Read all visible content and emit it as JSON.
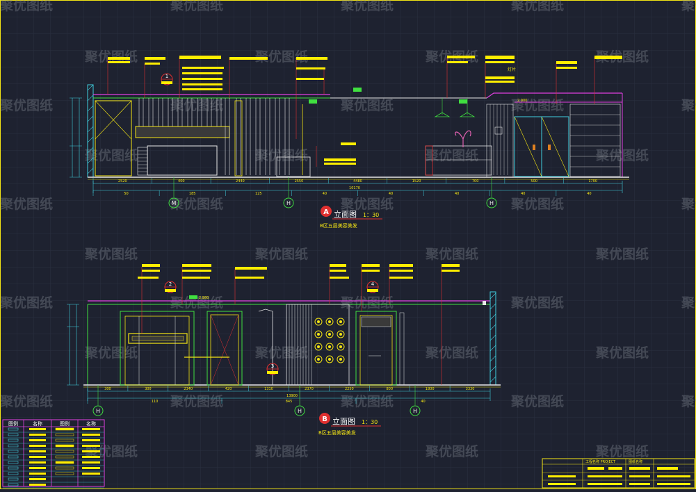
{
  "watermark": "聚优图纸",
  "colors": {
    "background": "#1e2230",
    "grid": "#2a3040",
    "line_yellow": "#f5e614",
    "line_magenta": "#e040e0",
    "line_green": "#40e040",
    "line_cyan": "#40d0e0",
    "line_red": "#e03030",
    "line_white": "#e8e8e8",
    "label_fill": "#ffee00"
  },
  "elevation_a": {
    "marker": "A",
    "title": "立面图",
    "scale": "1：30",
    "subtitle": "B区五层美容美发",
    "callout_number": "1",
    "axis_markers": [
      "M",
      "H",
      "H"
    ],
    "dims_row1": [
      "2520",
      "400",
      "2440",
      "2550",
      "4480",
      "1520",
      "700",
      "500",
      "1700"
    ],
    "dims_row2": [
      "10170"
    ],
    "dims_small": [
      "50",
      "185",
      "125",
      "40",
      "40",
      "40",
      "40",
      "40"
    ],
    "level_mark": "2.900",
    "note_texts": [
      "灯片"
    ]
  },
  "elevation_b": {
    "marker": "B",
    "title": "立面图",
    "scale": "1：30",
    "subtitle": "B区五层美容美发",
    "callout_numbers": [
      "2",
      "3",
      "4"
    ],
    "axis_markers": [
      "H",
      "H",
      "H"
    ],
    "dims_row1": [
      "300",
      "300",
      "2340",
      "420",
      "1310",
      "2370",
      "2250",
      "800",
      "1800",
      "3330"
    ],
    "dims_row2": [
      "13900"
    ],
    "dims_small": [
      "110",
      "845",
      "40"
    ],
    "level_mark": "2.980"
  },
  "legend": {
    "headers": [
      "图例",
      "名称",
      "图例",
      "名称"
    ]
  },
  "title_block": {
    "project_label": "工程名称 PROJECT",
    "drawing_label": "图纸名称"
  }
}
